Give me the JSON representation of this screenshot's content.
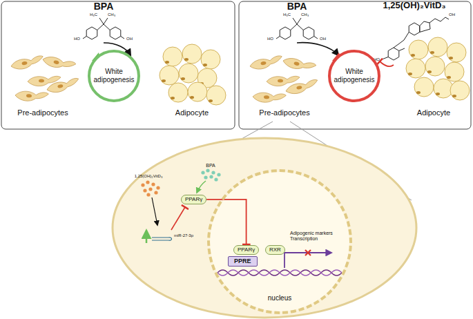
{
  "diagram": {
    "nodes": [
      {
        "text": [
          "White adipogenesis"
        ]
      },
      {
        "text": [
          "White adipogenesis"
        ]
      },
      {
        "text": [
          "nucleus"
        ]
      },
      {
        "text": [
          "PPARγ"
        ]
      },
      {
        "text": [
          "PPARγ"
        ],
        "in": 2
      },
      {
        "text": [
          "RXR"
        ],
        "in": 2
      },
      {
        "text": [
          "PPRE"
        ],
        "in": 2
      }
    ],
    "edges": [
      {
        "from": 3,
        "to": 4,
        "arrow": "to"
      }
    ],
    "labels": [
      "BPA",
      "H₃C",
      "CH₃",
      "HO",
      "OH",
      "Pre-adipocytes",
      "Adipocyte",
      "BPA",
      "H₃C",
      "CH₃",
      "HO",
      "OH",
      "1,25(OH)₂VitD₃",
      "HO",
      "OH",
      "Pre-adipocytes",
      "Adipocyte",
      "BPA",
      "1,25(OH)₂VitD₃",
      "miR-27-3p",
      "Adipogenic markers Transcription"
    ]
  }
}
